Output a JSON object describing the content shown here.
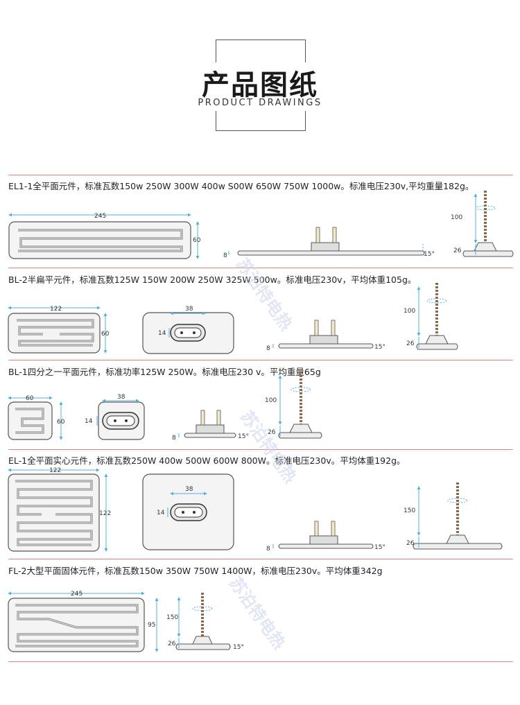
{
  "header": {
    "title": "产品图纸",
    "subtitle": "PRODUCT DRAWINGS"
  },
  "watermark": "苏泊特电热",
  "sections": [
    {
      "spec": "EL1-1全平面元件，标准瓦数150w 250W 300W 400w S00W 650W 750W 1000w。标准电压230v,平均重量182g。",
      "dims": {
        "length": "245",
        "height": "60",
        "thickness": "8",
        "angle": "15°",
        "stem": "100",
        "base": "26"
      }
    },
    {
      "spec": "BL-2半扁平元件，标准瓦数125W 150W 200W 250W 325W 500w。标准电压230v，平均体重105g。",
      "dims": {
        "length": "122",
        "height": "60",
        "socket_w": "38",
        "socket_h": "14",
        "thickness": "8",
        "angle": "15°",
        "stem": "100",
        "base": "26"
      }
    },
    {
      "spec": "BL-1四分之一平面元件，标准功率125W 250W。标准电压230 v。平均重量65g",
      "dims": {
        "length": "60",
        "height": "60",
        "socket_w": "38",
        "socket_h": "14",
        "thickness": "8",
        "angle": "15°",
        "stem": "100",
        "base": "26"
      }
    },
    {
      "spec": "EL-1全平面实心元件，标准瓦数250W 400w 500W 600W 800W。标准电压230v。平均体重192g。",
      "dims": {
        "length": "122",
        "height": "122",
        "socket_w": "38",
        "socket_h": "14",
        "thickness": "8",
        "angle": "15°",
        "stem": "150",
        "base": "26"
      }
    },
    {
      "spec": "FL-2大型平面固体元件，标准瓦数150w 350W 750W 1400W，标准电压230v。平均体重342g",
      "dims": {
        "length": "245",
        "height": "95",
        "angle": "15°",
        "stem": "150",
        "base": "26"
      }
    }
  ]
}
